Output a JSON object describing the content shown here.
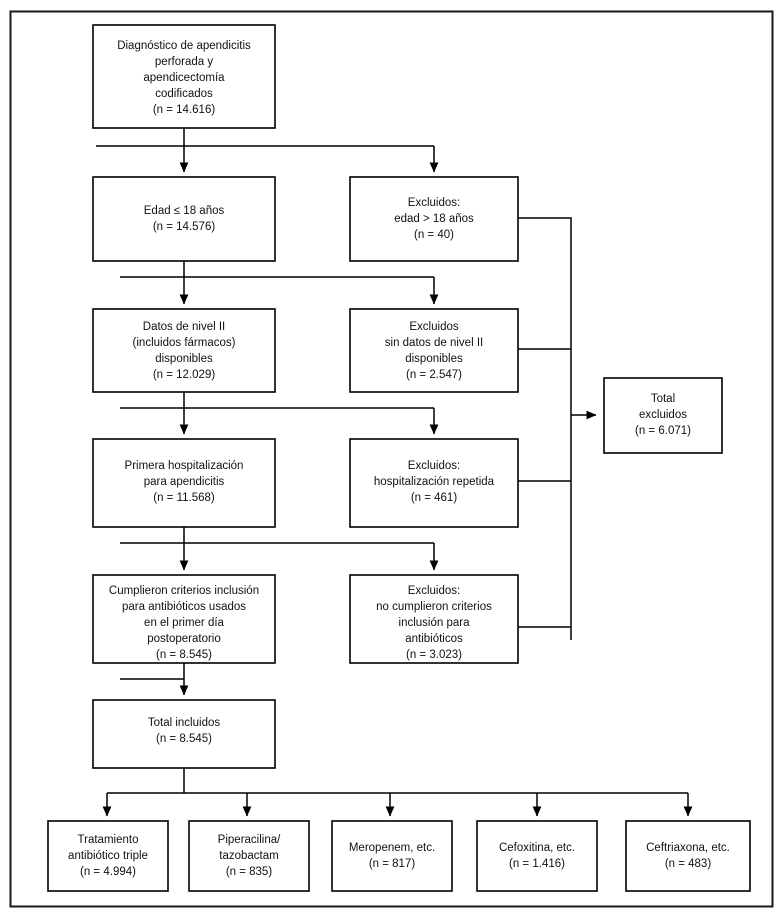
{
  "figure": {
    "type": "flowchart",
    "language": "es",
    "frame_color": "#1a1a1a",
    "box_fill": "#ffffff",
    "line_color": "#000000"
  },
  "nodes": {
    "source": {
      "id": "source",
      "lines": [
        "Diagnóstico de apendicitis",
        "perforada y",
        "apendicectomía",
        "codificados",
        "(n = 14.616)"
      ],
      "n_label": "(n = 14.616)",
      "n_value": 14616
    },
    "age": {
      "id": "age",
      "lines": [
        "Edad ≤ 18 años",
        "(n = 14.576)"
      ],
      "n_label": "(n = 14.576)",
      "n_value": 14576
    },
    "excl_age": {
      "id": "excl_age",
      "lines": [
        "Excluidos:",
        "edad > 18 años",
        "(n = 40)"
      ],
      "n_label": "(n = 40)",
      "n_value": 40
    },
    "level2": {
      "id": "level2",
      "lines": [
        "Datos de nivel II",
        "(incluidos fármacos)",
        "disponibles",
        "(n = 12.029)"
      ],
      "n_label": "(n = 12.029)",
      "n_value": 12029
    },
    "excl_level2": {
      "id": "excl_level2",
      "lines": [
        "Excluidos",
        "sin datos de nivel II",
        "disponibles",
        "(n = 2.547)"
      ],
      "n_label": "(n = 2.547)",
      "n_value": 2547
    },
    "first_hosp": {
      "id": "first_hosp",
      "lines": [
        "Primera hospitalización",
        "para apendicitis",
        "(n = 11.568)"
      ],
      "n_label": "(n = 11.568)",
      "n_value": 11568
    },
    "excl_repeat": {
      "id": "excl_repeat",
      "lines": [
        "Excluidos:",
        "hospitalización repetida",
        "(n = 461)"
      ],
      "n_label": "(n = 461)",
      "n_value": 461
    },
    "criteria": {
      "id": "criteria",
      "lines": [
        "Cumplieron criterios inclusión",
        "para antibióticos usados",
        "en el primer día",
        "postoperatorio",
        "(n = 8.545)"
      ],
      "n_label": "(n = 8.545)",
      "n_value": 8545
    },
    "excl_criteria": {
      "id": "excl_criteria",
      "lines": [
        "Excluidos:",
        "no cumplieron criterios",
        "inclusión para",
        "antibióticos",
        "(n = 3.023)"
      ],
      "n_label": "(n = 3.023)",
      "n_value": 3023
    },
    "total_excluded": {
      "id": "total_excluded",
      "lines": [
        "Total",
        "excluidos",
        "(n = 6.071)"
      ],
      "n_label": "(n = 6.071)",
      "n_value": 6071
    },
    "total_included": {
      "id": "total_included",
      "lines": [
        "Total incluidos",
        "(n = 8.545)"
      ],
      "n_label": "(n = 8.545)",
      "n_value": 8545
    }
  },
  "treatments": [
    {
      "id": "triple",
      "lines": [
        "Tratamiento",
        "antibiótico triple",
        "(n = 4.994)"
      ],
      "n_label": "(n = 4.994)",
      "n_value": 4994
    },
    {
      "id": "pip_tazo",
      "lines": [
        "Piperacilina/",
        "tazobactam",
        "(n = 835)"
      ],
      "n_label": "(n = 835)",
      "n_value": 835
    },
    {
      "id": "meropenem",
      "lines": [
        "Meropenem, etc.",
        "(n = 817)"
      ],
      "n_label": "(n = 817)",
      "n_value": 817
    },
    {
      "id": "cefoxitina",
      "lines": [
        "Cefoxitina, etc.",
        "(n = 1.416)"
      ],
      "n_label": "(n = 1.416)",
      "n_value": 1416
    },
    {
      "id": "ceftriaxona",
      "lines": [
        "Ceftriaxona, etc.",
        "(n = 483)"
      ],
      "n_label": "(n = 483)",
      "n_value": 483
    }
  ]
}
